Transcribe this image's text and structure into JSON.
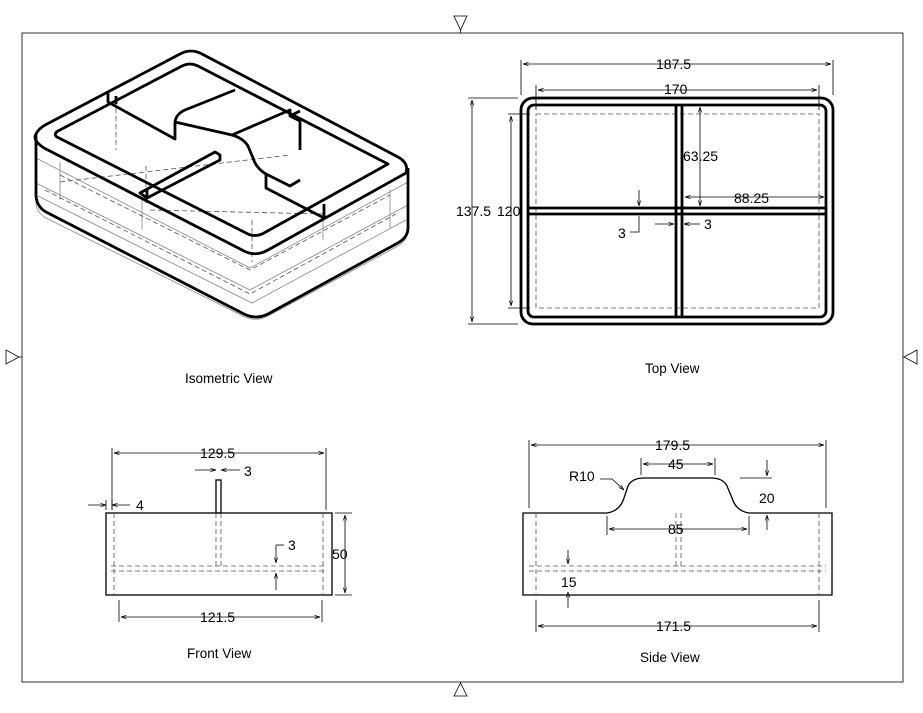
{
  "views": {
    "isometric": {
      "caption": "Isometric View"
    },
    "top": {
      "caption": "Top View",
      "dims": {
        "overall_width": "187.5",
        "inner_width": "170",
        "overall_depth": "137.5",
        "inner_depth": "120",
        "cell_depth": "63.25",
        "cell_width": "88.25",
        "divider_left": "3",
        "divider_right": "3"
      }
    },
    "front": {
      "caption": "Front View",
      "dims": {
        "width_top": "129.5",
        "divider": "3",
        "wall": "4",
        "floor": "3",
        "height": "50",
        "width_bottom": "121.5"
      }
    },
    "side": {
      "caption": "Side View",
      "dims": {
        "width_top": "179.5",
        "radius": "R10",
        "handle_top": "45",
        "handle_height": "20",
        "handle_base": "85",
        "floor": "15",
        "width_bottom": "171.5"
      }
    }
  }
}
